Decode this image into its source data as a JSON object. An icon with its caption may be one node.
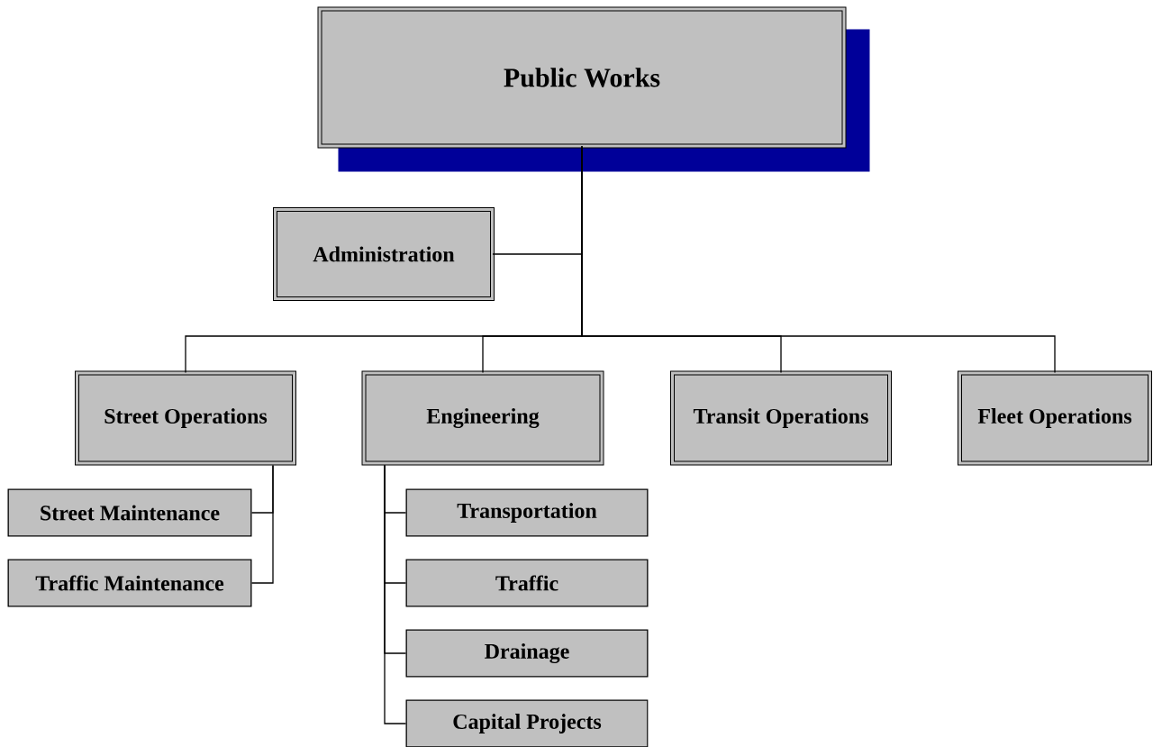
{
  "diagram": {
    "nodes": [
      {
        "text": [
          "Public Works"
        ]
      },
      {
        "text": [
          "Administration"
        ]
      },
      {
        "text": [
          "Street Operations"
        ]
      },
      {
        "text": [
          "Engineering"
        ]
      },
      {
        "text": [
          "Transit Operations"
        ]
      },
      {
        "text": [
          "Fleet Operations"
        ]
      },
      {
        "text": [
          "Street Maintenance"
        ]
      },
      {
        "text": [
          "Traffic Maintenance"
        ]
      },
      {
        "text": [
          "Transportation"
        ]
      },
      {
        "text": [
          "Traffic"
        ]
      },
      {
        "text": [
          "Drainage"
        ]
      },
      {
        "text": [
          "Capital Projects"
        ]
      }
    ],
    "edges": [
      {
        "from": 0,
        "to": 1,
        "arrow": "none"
      },
      {
        "from": 0,
        "to": 2,
        "arrow": "none"
      },
      {
        "from": 0,
        "to": 3,
        "arrow": "none"
      },
      {
        "from": 0,
        "to": 4,
        "arrow": "none"
      },
      {
        "from": 0,
        "to": 5,
        "arrow": "none"
      },
      {
        "from": 2,
        "to": 6,
        "arrow": "none"
      },
      {
        "from": 2,
        "to": 7,
        "arrow": "none"
      },
      {
        "from": 3,
        "to": 8,
        "arrow": "none"
      },
      {
        "from": 3,
        "to": 9,
        "arrow": "none"
      },
      {
        "from": 3,
        "to": 10,
        "arrow": "none"
      },
      {
        "from": 3,
        "to": 11,
        "arrow": "none"
      }
    ]
  }
}
